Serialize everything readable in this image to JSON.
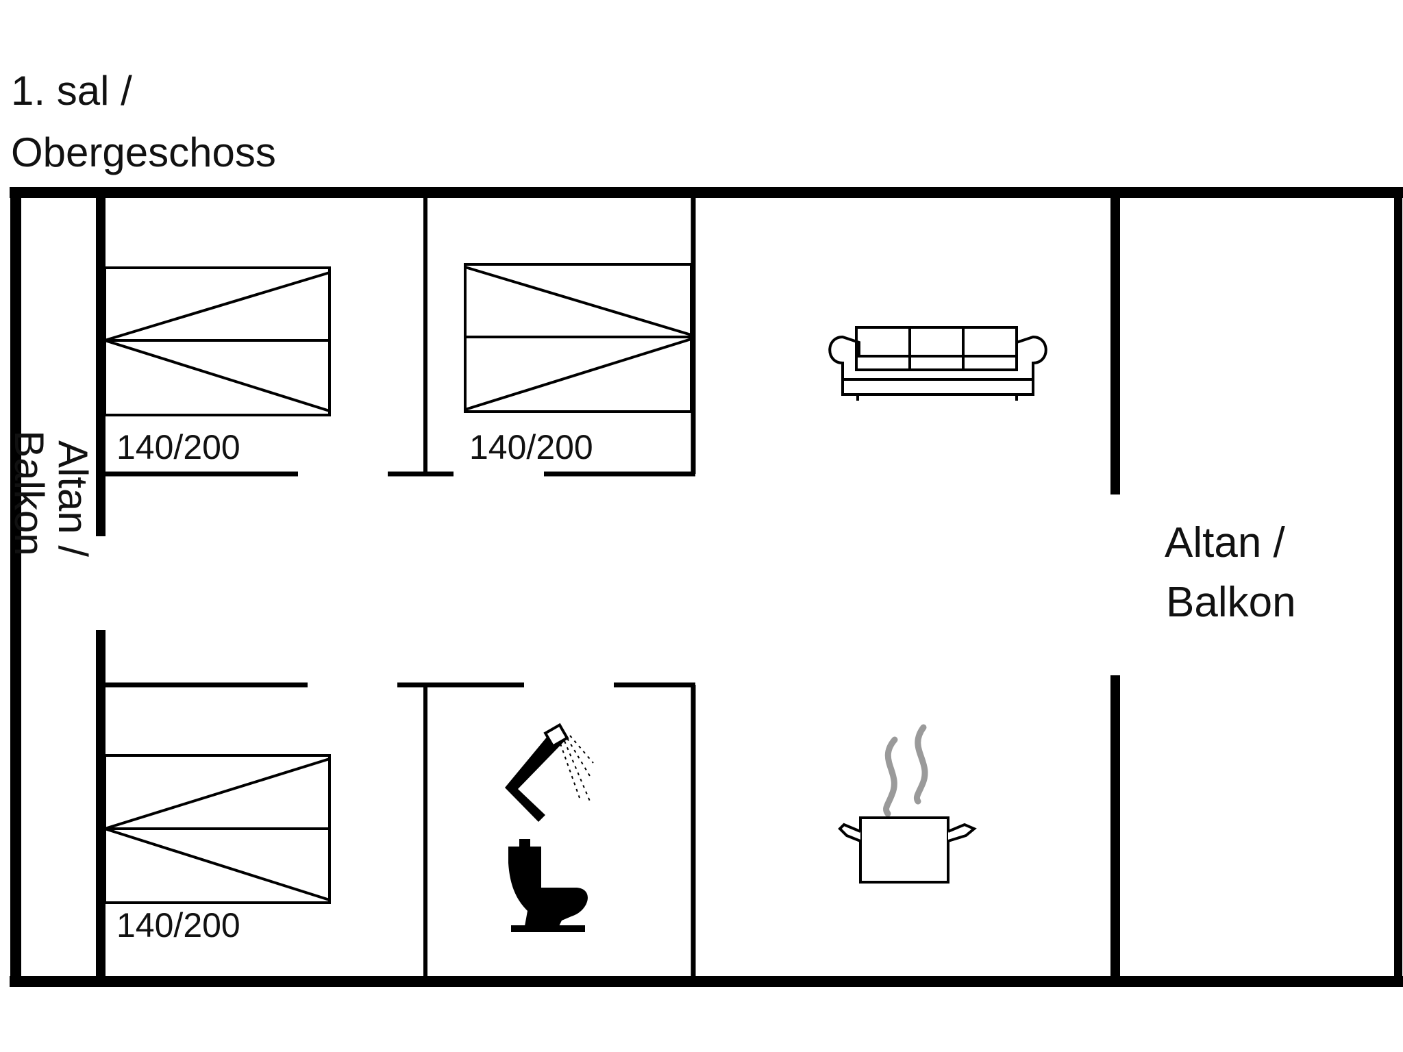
{
  "floor_title": {
    "line1": "1. sal /",
    "line2": "Obergeschoss"
  },
  "beds": [
    {
      "size": "140/200"
    },
    {
      "size": "140/200"
    },
    {
      "size": "140/200"
    }
  ],
  "balcony_left": {
    "line1": "Altan /",
    "line2": "Balkon"
  },
  "balcony_right": {
    "line1": "Altan /",
    "line2": "Balkon"
  },
  "icons": [
    "bed-icon",
    "sofa-icon",
    "shower-icon",
    "toilet-icon",
    "cooking-pot-icon"
  ],
  "colors": {
    "wall": "#000000",
    "steam": "#9a9a9a"
  }
}
